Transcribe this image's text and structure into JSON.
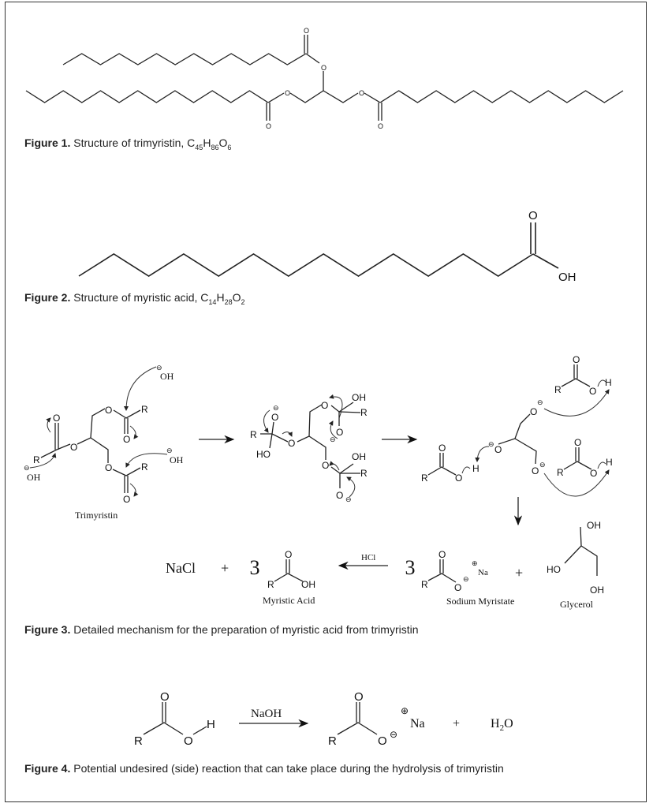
{
  "figure1": {
    "label": "Figure 1.",
    "text": "Structure of trimyristin, ",
    "formula": [
      "C",
      "45",
      "H",
      "86",
      "O",
      "6"
    ],
    "atoms": {
      "o": "O"
    }
  },
  "figure2": {
    "label": "Figure 2.",
    "text": "Structure of myristic acid, ",
    "formula": [
      "C",
      "14",
      "H",
      "28",
      "O",
      "2"
    ],
    "atoms": {
      "o": "O",
      "oh": "OH"
    }
  },
  "figure3": {
    "label": "Figure 3.",
    "text": "Detailed mechanism for the preparation of myristic acid from trimyristin",
    "atoms": {
      "o": "O",
      "r": "R",
      "oh": "OH",
      "ho": "HO",
      "h": "H",
      "na": "Na",
      "minus": "⊖",
      "plus": "⊕"
    },
    "names": {
      "trimyristin": "Trimyristin",
      "sodium_myristate": "Sodium Myristate",
      "glycerol": "Glycerol",
      "myristic_acid": "Myristic Acid"
    },
    "reagents": {
      "hcl": "HCl"
    },
    "products": {
      "nacl": "NaCl",
      "plus": "+",
      "coef": "3"
    }
  },
  "figure4": {
    "label": "Figure 4.",
    "text": "Potential undesired (side) reaction that can take place during the hydrolysis of trimyristin",
    "reagent": "NaOH",
    "plus": "+",
    "water": [
      "H",
      "2",
      "O"
    ],
    "atoms": {
      "o": "O",
      "r": "R",
      "h": "H",
      "na": "Na",
      "minus": "⊖",
      "plus": "⊕"
    }
  }
}
